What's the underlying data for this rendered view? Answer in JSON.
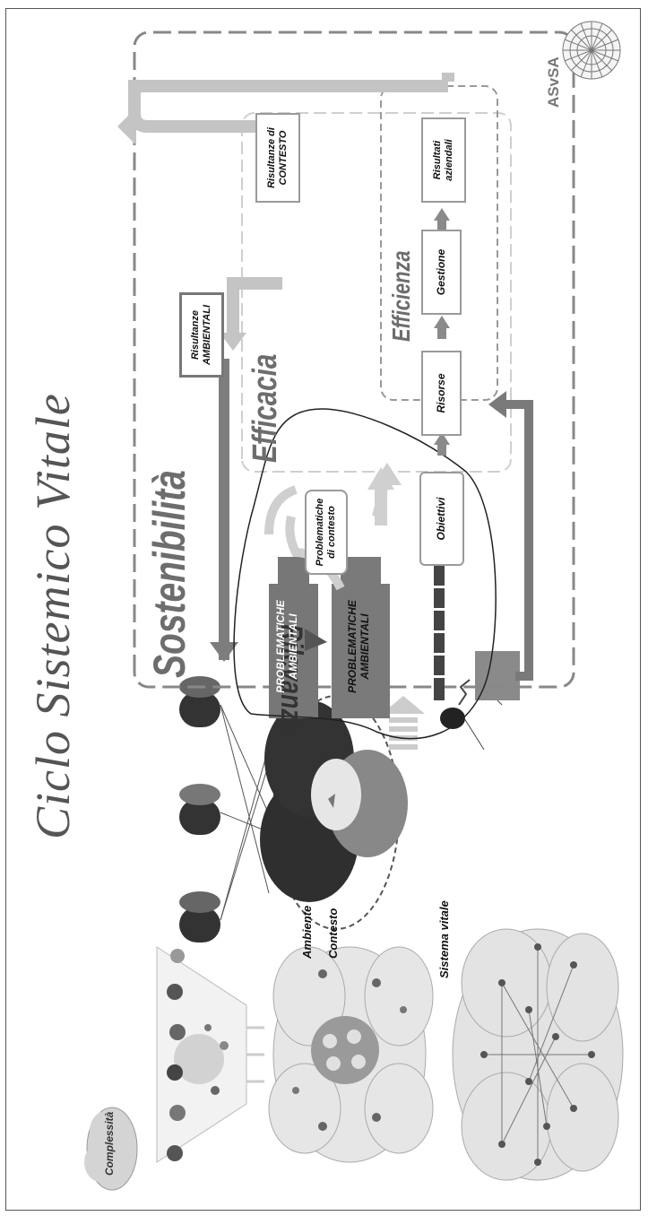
{
  "title": "Ciclo Sistemico Vitale",
  "logo": {
    "text": "ASvSA"
  },
  "labels": {
    "sostenibilita": "Sostenibilità",
    "efficacia": "Efficacia",
    "efficienza": "Efficienza",
    "rilevanza": "Rilevanza",
    "complessita": "Complessità",
    "ambiente": "Ambiente",
    "contesto": "Contesto",
    "sistema_vitale": "Sistema vitale"
  },
  "boxes": {
    "risultanze_ambientali_1": "Risultanze",
    "risultanze_ambientali_2": "AMBIENTALI",
    "risultanze_contesto_1": "Risultanze di",
    "risultanze_contesto_2": "CONTESTO",
    "risultati_aziendali_1": "Risultati",
    "risultati_aziendali_2": "aziendali",
    "gestione": "Gestione",
    "risorse": "Risorse",
    "obiettivi": "Obiettivi",
    "problematiche_contesto_1": "Problematiche",
    "problematiche_contesto_2": "di contesto"
  },
  "bands": {
    "prob_amb_top_1": "PROBLEMATICHE",
    "prob_amb_top_2": "AMBIENTALI",
    "prob_amb_bottom_1": "PROBLEMATICHE",
    "prob_amb_bottom_2": "AMBIENTALI"
  },
  "colors": {
    "dark": "#3a3a3a",
    "mid": "#7a7a7a",
    "light": "#c8c8c8",
    "border": "#8a8a8a"
  }
}
